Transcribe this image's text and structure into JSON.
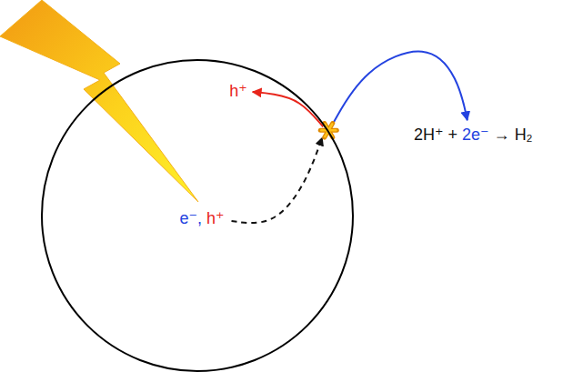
{
  "diagram": {
    "nodes": [
      {
        "text": [
          "e⁻, h⁺",
          "h⁺"
        ]
      }
    ],
    "labels": [
      "2H⁺ + 2e⁻ → H₂"
    ]
  }
}
